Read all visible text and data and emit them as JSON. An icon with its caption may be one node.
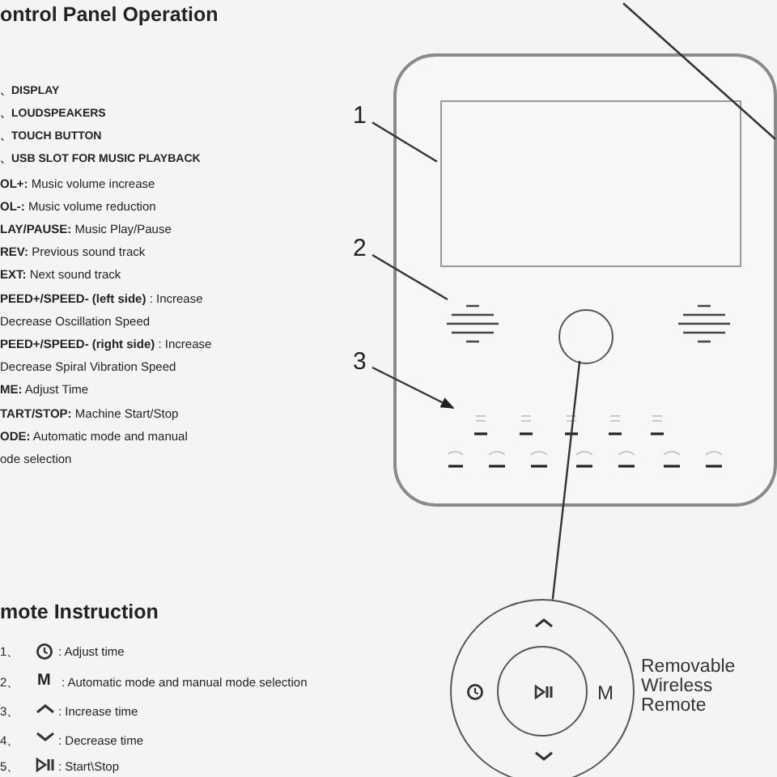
{
  "diagram": {
    "nodes": [
      {
        "text": [],
        "shape": "box"
      },
      {
        "text": [],
        "shape": "box",
        "in": 0
      },
      {
        "text": [],
        "shape": "box",
        "in": 0
      },
      {
        "text": [],
        "shape": "circle",
        "in": 0
      },
      {
        "text": [],
        "shape": "box",
        "in": 0
      },
      {
        "text": [],
        "shape": "box",
        "in": 0
      },
      {
        "text": [
          "1"
        ]
      },
      {
        "text": [
          "2"
        ]
      },
      {
        "text": [
          "3"
        ]
      },
      {
        "text": [
          "M"
        ],
        "beside": [
          "Removable Wireless Remote"
        ]
      }
    ],
    "edges": [
      {
        "from": 6,
        "to": 1,
        "arrow": "none"
      },
      {
        "from": 7,
        "to": 2,
        "arrow": "none"
      },
      {
        "from": 8,
        "to": 5,
        "arrow": "to"
      },
      {
        "from": null,
        "to": 0,
        "arrow": "none"
      },
      {
        "from": 3,
        "to": 9,
        "arrow": "none"
      }
    ],
    "labels": [
      "ontrol Panel Operation",
      "、DISPLAY",
      "、LOUDSPEAKERS",
      "、TOUCH BUTTON",
      "、USB SLOT FOR MUSIC PLAYBACK",
      "**OL+:** Music volume increase",
      "**OL-:** Music volume reduction",
      "**LAY/PAUSE:** Music Play/Pause",
      "**REV:** Previous sound track",
      "**EXT:** Next sound track",
      "**PEED+/SPEED- (left side)** : Increase",
      "Decrease Oscillation Speed",
      "**PEED+/SPEED- (right side)** : Increase",
      "Decrease Spiral Vibration Speed",
      "**ME:** Adjust Time",
      "**TART/STOP:** Machine Start/Stop",
      "**ODE:** Automatic mode and manual",
      "ode selection",
      "mote Instruction",
      "1、",
      ": Adjust time",
      "2、",
      "M",
      ": Automatic mode and manual mode selection",
      "3、",
      ": Increase time",
      "4、",
      ": Decrease time",
      "5、",
      ": Start\\Stop"
    ]
  }
}
